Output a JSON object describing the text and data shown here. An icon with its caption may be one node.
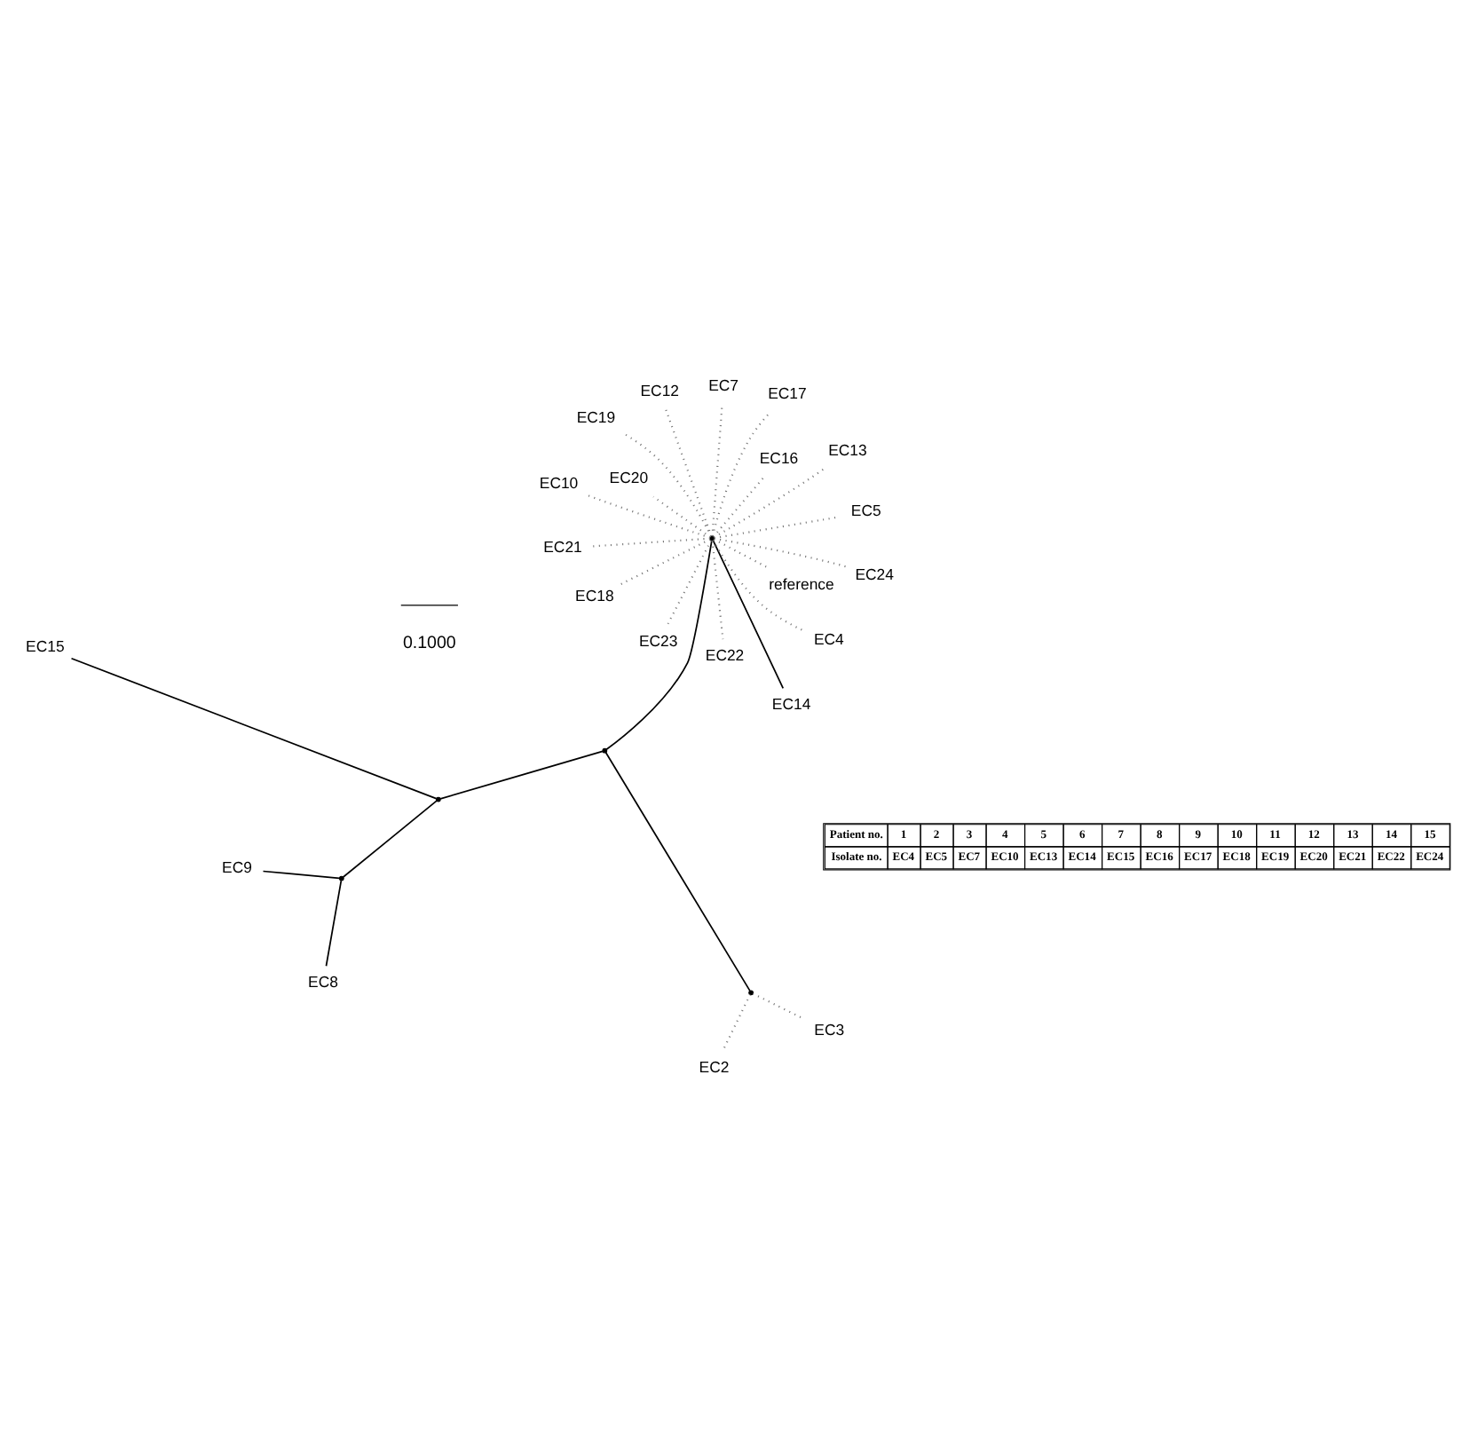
{
  "diagram": {
    "nodes": [
      {
        "text": [
          "EC15"
        ]
      },
      {
        "text": [
          "EC3"
        ]
      },
      {
        "text": [
          "EC2"
        ]
      },
      {
        "text": [
          "EC9"
        ]
      },
      {
        "text": [
          "EC8"
        ]
      },
      {
        "text": [],
        "shape": "point"
      },
      {
        "text": [],
        "shape": "point"
      },
      {
        "text": [],
        "shape": "point"
      },
      {
        "text": [
          "EC14"
        ]
      },
      {
        "text": [
          "reference"
        ]
      },
      {
        "text": [],
        "shape": "point"
      },
      {
        "text": [
          "EC21"
        ]
      },
      {
        "text": [
          "EC24"
        ]
      },
      {
        "text": [
          "EC5"
        ]
      },
      {
        "text": [
          "EC7"
        ]
      },
      {
        "text": [],
        "shape": "point"
      },
      {
        "text": [
          "EC4"
        ]
      },
      {
        "text": [
          "EC19"
        ]
      },
      {
        "text": [
          "EC10"
        ]
      },
      {
        "text": [
          "EC20"
        ]
      },
      {
        "text": [
          "EC23"
        ]
      },
      {
        "text": [
          "EC18"
        ]
      },
      {
        "text": [
          "EC16"
        ]
      },
      {
        "text": [
          "EC17"
        ]
      },
      {
        "text": [
          "EC12"
        ]
      },
      {
        "text": [
          "EC22"
        ]
      },
      {
        "text": [
          "EC13"
        ]
      }
    ],
    "edges": [
      {
        "from": 10,
        "to": 7,
        "arrow": "none",
        "color": "#000000"
      },
      {
        "from": 10,
        "to": 5,
        "arrow": "none",
        "color": "#000000"
      },
      {
        "from": 10,
        "to": 15,
        "arrow": "none",
        "color": "#000000"
      },
      {
        "from": 7,
        "to": 0,
        "arrow": "none",
        "color": "#000000"
      },
      {
        "from": 7,
        "to": 6,
        "arrow": "none",
        "color": "#000000"
      },
      {
        "from": 6,
        "to": 4,
        "arrow": "none",
        "color": "#000000"
      },
      {
        "from": 6,
        "to": 3,
        "arrow": "none",
        "color": "#000000"
      },
      {
        "from": 5,
        "to": 2,
        "arrow": "none",
        "style": "dashed"
      },
      {
        "from": 5,
        "to": 1,
        "arrow": "none",
        "style": "dashed"
      },
      {
        "from": 15,
        "to": 8,
        "arrow": "none",
        "color": "#000000"
      },
      {
        "from": 15,
        "to": 9,
        "arrow": "none",
        "style": "dashed"
      },
      {
        "from": 15,
        "to": 11,
        "arrow": "none",
        "style": "dashed"
      },
      {
        "from": 15,
        "to": 12,
        "arrow": "none",
        "style": "dashed"
      },
      {
        "from": 15,
        "to": 13,
        "arrow": "none",
        "style": "dashed"
      },
      {
        "from": 15,
        "to": 14,
        "arrow": "none",
        "style": "dashed"
      },
      {
        "from": 15,
        "to": 17,
        "arrow": "none",
        "style": "dashed"
      },
      {
        "from": 15,
        "to": 19,
        "arrow": "none",
        "style": "dashed"
      },
      {
        "from": 15,
        "to": 21,
        "arrow": "none",
        "style": "dashed"
      },
      {
        "from": 15,
        "to": 23,
        "arrow": "none",
        "style": "dashed"
      },
      {
        "from": 15,
        "to": 25,
        "arrow": "none",
        "style": "dashed"
      },
      {
        "from": 15,
        "to": 26,
        "arrow": "none",
        "style": "dashed"
      },
      {
        "from": 15,
        "to": 24,
        "arrow": "none",
        "style": "dashed"
      },
      {
        "from": 15,
        "to": 22,
        "arrow": "none",
        "style": "dashed"
      },
      {
        "from": 15,
        "to": 20,
        "arrow": "none",
        "style": "dashed"
      },
      {
        "from": 15,
        "to": 18,
        "arrow": "none",
        "style": "dashed"
      },
      {
        "from": 15,
        "to": 16,
        "arrow": "none",
        "style": "dashed"
      }
    ],
    "labels": [
      "0.1000",
      "Patient no.",
      "1",
      "2",
      "3",
      "4",
      "5",
      "6",
      "7",
      "8",
      "9",
      "10",
      "11",
      "12",
      "13",
      "14",
      "15",
      "Isolate no.",
      "EC4",
      "EC5",
      "EC7",
      "EC10",
      "EC13",
      "EC14",
      "EC15",
      "EC16",
      "EC17",
      "EC18",
      "EC19",
      "EC20",
      "EC21",
      "EC22",
      "EC24"
    ]
  }
}
